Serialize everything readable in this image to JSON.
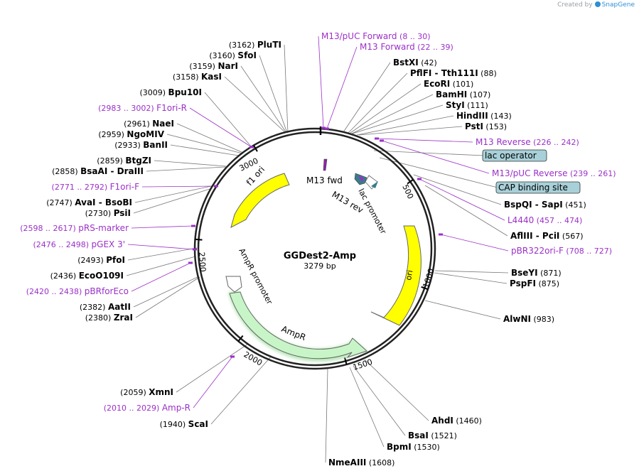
{
  "credit": {
    "prefix": "Created by",
    "brand": "SnapGene"
  },
  "plasmid": {
    "name": "GGDest2-Amp",
    "size_label": "3279 bp",
    "length": 3279
  },
  "colors": {
    "enzyme": "#000000",
    "primer": "#9b30c8",
    "feature_yellow": "#ffff00",
    "feature_green": "#c8f5c8",
    "box_fill": "#a8d0d8"
  },
  "sites": [
    {
      "name": "PluTI",
      "pos": "3162"
    },
    {
      "name": "SfoI",
      "pos": "3160"
    },
    {
      "name": "NarI",
      "pos": "3159"
    },
    {
      "name": "KasI",
      "pos": "3158"
    },
    {
      "name": "Bpu10I",
      "pos": "3009"
    },
    {
      "name": "NaeI",
      "pos": "2961"
    },
    {
      "name": "NgoMIV",
      "pos": "2959"
    },
    {
      "name": "BanII",
      "pos": "2933"
    },
    {
      "name": "BtgZI",
      "pos": "2859"
    },
    {
      "name": "BsaAI - DraIII",
      "pos": "2858"
    },
    {
      "name": "AvaI - BsoBI",
      "pos": "2747"
    },
    {
      "name": "PsiI",
      "pos": "2730"
    },
    {
      "name": "PfoI",
      "pos": "2493"
    },
    {
      "name": "EcoO109I",
      "pos": "2436"
    },
    {
      "name": "AatII",
      "pos": "2382"
    },
    {
      "name": "ZraI",
      "pos": "2380"
    },
    {
      "name": "XmnI",
      "pos": "2059"
    },
    {
      "name": "ScaI",
      "pos": "1940"
    },
    {
      "name": "BstXI",
      "pos": "42"
    },
    {
      "name": "PflFI - Tth111I",
      "pos": "88"
    },
    {
      "name": "EcoRI",
      "pos": "101"
    },
    {
      "name": "BamHI",
      "pos": "107"
    },
    {
      "name": "StyI",
      "pos": "111"
    },
    {
      "name": "HindIII",
      "pos": "143"
    },
    {
      "name": "PstI",
      "pos": "153"
    },
    {
      "name": "BspQI - SapI",
      "pos": "451"
    },
    {
      "name": "AflIII - PciI",
      "pos": "567"
    },
    {
      "name": "BseYI",
      "pos": "871"
    },
    {
      "name": "PspFI",
      "pos": "875"
    },
    {
      "name": "AlwNI",
      "pos": "983"
    },
    {
      "name": "AhdI",
      "pos": "1460"
    },
    {
      "name": "BsaI",
      "pos": "1521"
    },
    {
      "name": "BpmI",
      "pos": "1530"
    },
    {
      "name": "NmeAIII",
      "pos": "1608"
    }
  ],
  "primers": [
    {
      "name": "M13/pUC Forward",
      "range": "8 .. 30"
    },
    {
      "name": "M13 Forward",
      "range": "22 .. 39"
    },
    {
      "name": "F1ori-R",
      "range": "2983 .. 3002"
    },
    {
      "name": "M13 Reverse",
      "range": "226 .. 242"
    },
    {
      "name": "M13/pUC Reverse",
      "range": "239 .. 261"
    },
    {
      "name": "F1ori-F",
      "range": "2771 .. 2792"
    },
    {
      "name": "L4440",
      "range": "457 .. 474"
    },
    {
      "name": "pRS-marker",
      "range": "2598 .. 2617"
    },
    {
      "name": "pBR322ori-F",
      "range": "708 .. 727"
    },
    {
      "name": "pGEX 3'",
      "range": "2476 .. 2498"
    },
    {
      "name": "pBRforEco",
      "range": "2420 .. 2438"
    },
    {
      "name": "Amp-R",
      "range": "2010 .. 2029"
    }
  ],
  "boxed_features": [
    {
      "name": "lac operator"
    },
    {
      "name": "CAP binding site"
    }
  ],
  "features": [
    {
      "name": "f1 ori"
    },
    {
      "name": "ori"
    },
    {
      "name": "AmpR"
    },
    {
      "name": "AmpR promoter"
    },
    {
      "name": "lac promoter"
    },
    {
      "name": "M13 fwd"
    },
    {
      "name": "M13 rev"
    }
  ],
  "ticks": [
    "500",
    "1000",
    "1500",
    "2000",
    "2500",
    "3000"
  ]
}
